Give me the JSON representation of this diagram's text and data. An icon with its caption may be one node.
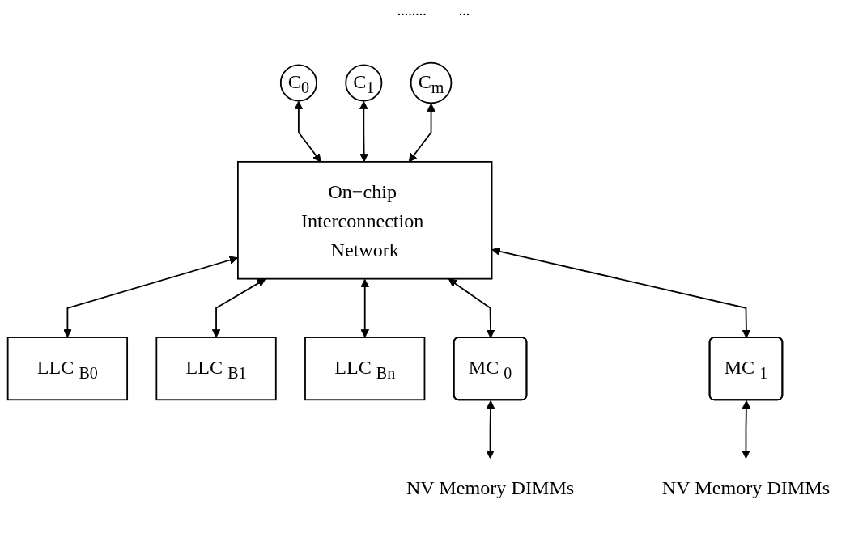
{
  "diagram": {
    "nodes": [
      {
        "text": [
          "C$_{0}$"
        ]
      },
      {
        "text": [
          "C$_{1}$"
        ]
      },
      {
        "text": [
          "C$_{m}$"
        ]
      },
      {
        "text": [
          "On−chip Interconnection Network"
        ]
      },
      {
        "text": [
          "LLC $_{B0}$"
        ]
      },
      {
        "text": [
          "LLC $_{B1}$"
        ]
      },
      {
        "text": [
          "LLC $_{Bn}$"
        ]
      },
      {
        "text": [
          "MC $_{0}$"
        ]
      },
      {
        "text": [
          "MC $_{1}$"
        ]
      },
      {
        "text": [
          "NV Memory DIMMs"
        ]
      },
      {
        "text": [
          "NV Memory DIMMs"
        ]
      }
    ],
    "edges": [
      {
        "from": 0,
        "to": 3,
        "arrow": "both"
      },
      {
        "from": 1,
        "to": 3,
        "arrow": "both"
      },
      {
        "from": 2,
        "to": 3,
        "arrow": "both"
      },
      {
        "from": 3,
        "to": 4,
        "arrow": "both"
      },
      {
        "from": 3,
        "to": 5,
        "arrow": "both"
      },
      {
        "from": 3,
        "to": 6,
        "arrow": "both"
      },
      {
        "from": 3,
        "to": 7,
        "arrow": "both"
      },
      {
        "from": 3,
        "to": 8,
        "arrow": "both"
      },
      {
        "from": 7,
        "to": 9,
        "arrow": "both"
      },
      {
        "from": 8,
        "to": 10,
        "arrow": "both"
      }
    ],
    "labels": [
      "........",
      "..."
    ]
  }
}
